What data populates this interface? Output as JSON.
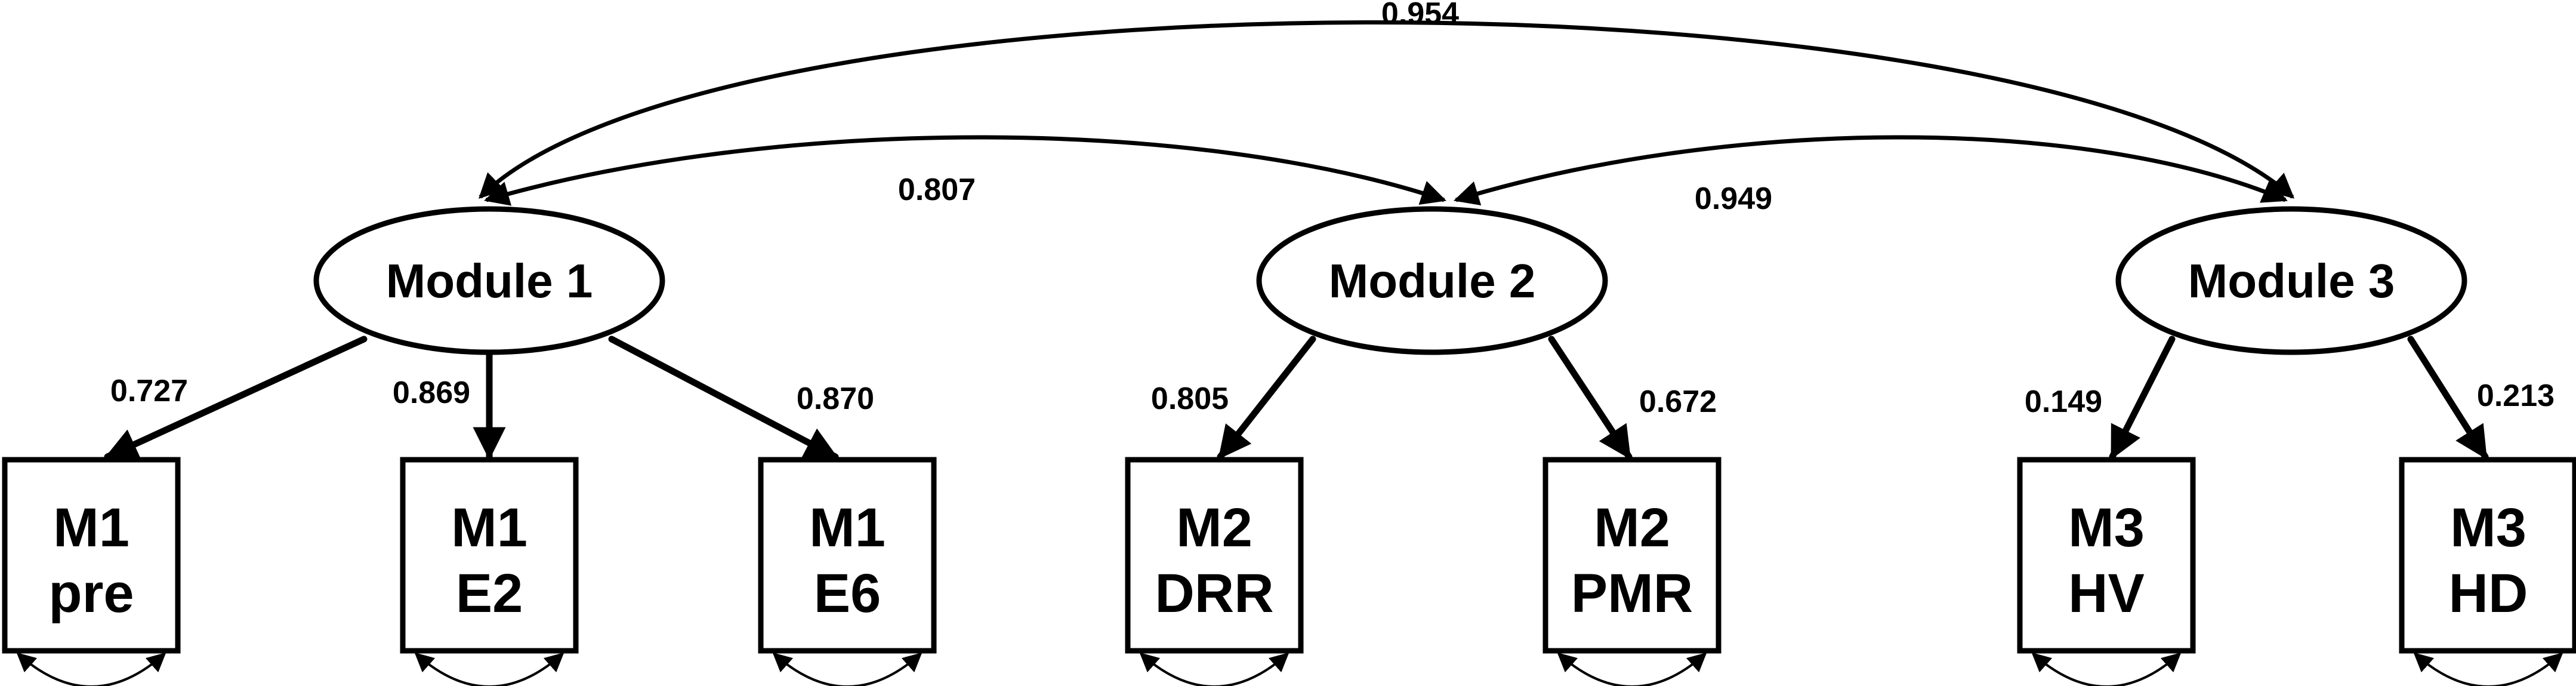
{
  "latents": [
    {
      "id": "m1",
      "label": "Module 1"
    },
    {
      "id": "m2",
      "label": "Module 2"
    },
    {
      "id": "m3",
      "label": "Module 3"
    }
  ],
  "observed": [
    {
      "id": "m1pre",
      "line1": "M1",
      "line2": "pre"
    },
    {
      "id": "m1e2",
      "line1": "M1",
      "line2": "E2"
    },
    {
      "id": "m1e6",
      "line1": "M1",
      "line2": "E6"
    },
    {
      "id": "m2drr",
      "line1": "M2",
      "line2": "DRR"
    },
    {
      "id": "m2pmr",
      "line1": "M2",
      "line2": "PMR"
    },
    {
      "id": "m3hv",
      "line1": "M3",
      "line2": "HV"
    },
    {
      "id": "m3hd",
      "line1": "M3",
      "line2": "HD"
    }
  ],
  "loadings": [
    {
      "from": "m1",
      "to": "m1pre",
      "value": "0.727"
    },
    {
      "from": "m1",
      "to": "m1e2",
      "value": "0.869"
    },
    {
      "from": "m1",
      "to": "m1e6",
      "value": "0.870"
    },
    {
      "from": "m2",
      "to": "m2drr",
      "value": "0.805"
    },
    {
      "from": "m2",
      "to": "m2pmr",
      "value": "0.672"
    },
    {
      "from": "m3",
      "to": "m3hv",
      "value": "0.149"
    },
    {
      "from": "m3",
      "to": "m3hd",
      "value": "0.213"
    }
  ],
  "covariances": [
    {
      "between": [
        "m1",
        "m3"
      ],
      "value": "0.954"
    },
    {
      "between": [
        "m1",
        "m2"
      ],
      "value": "0.807"
    },
    {
      "between": [
        "m2",
        "m3"
      ],
      "value": "0.949"
    }
  ],
  "colors": {
    "stroke": "#000000",
    "fill": "#ffffff"
  }
}
